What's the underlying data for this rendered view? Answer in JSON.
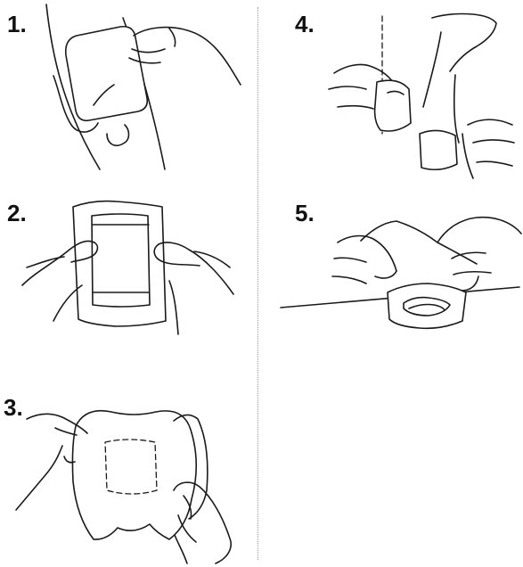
{
  "steps": [
    {
      "number": "1."
    },
    {
      "number": "2."
    },
    {
      "number": "3."
    },
    {
      "number": "4."
    },
    {
      "number": "5."
    }
  ]
}
